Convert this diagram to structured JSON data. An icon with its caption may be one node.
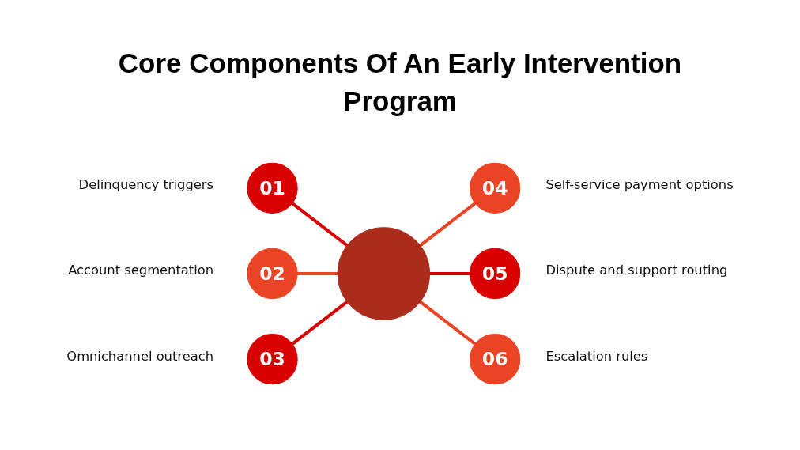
{
  "diagram": {
    "title": "Core Components Of An Early Intervention Program",
    "nodes": [
      {
        "text": [],
        "shape": "circle"
      },
      {
        "text": [
          "01"
        ],
        "beside": [
          "Delinquency triggers"
        ]
      },
      {
        "text": [
          "02"
        ],
        "beside": [
          "Account segmentation"
        ]
      },
      {
        "text": [
          "03"
        ],
        "beside": [
          "Omnichannel outreach"
        ]
      },
      {
        "text": [
          "04"
        ],
        "beside": [
          "Self-service payment options"
        ]
      },
      {
        "text": [
          "05"
        ],
        "beside": [
          "Dispute and support routing"
        ]
      },
      {
        "text": [
          "06"
        ],
        "beside": [
          "Escalation rules"
        ]
      }
    ],
    "edges": [
      {
        "from": 1,
        "to": 0,
        "arrow": "none",
        "color": "#d80000"
      },
      {
        "from": 2,
        "to": 0,
        "arrow": "none",
        "color": "#ea4424"
      },
      {
        "from": 3,
        "to": 0,
        "arrow": "none",
        "color": "#d80000"
      },
      {
        "from": 0,
        "to": 4,
        "arrow": "none",
        "color": "#ea4424"
      },
      {
        "from": 0,
        "to": 5,
        "arrow": "none",
        "color": "#d80000"
      },
      {
        "from": 0,
        "to": 6,
        "arrow": "none",
        "color": "#ea4424"
      }
    ]
  }
}
